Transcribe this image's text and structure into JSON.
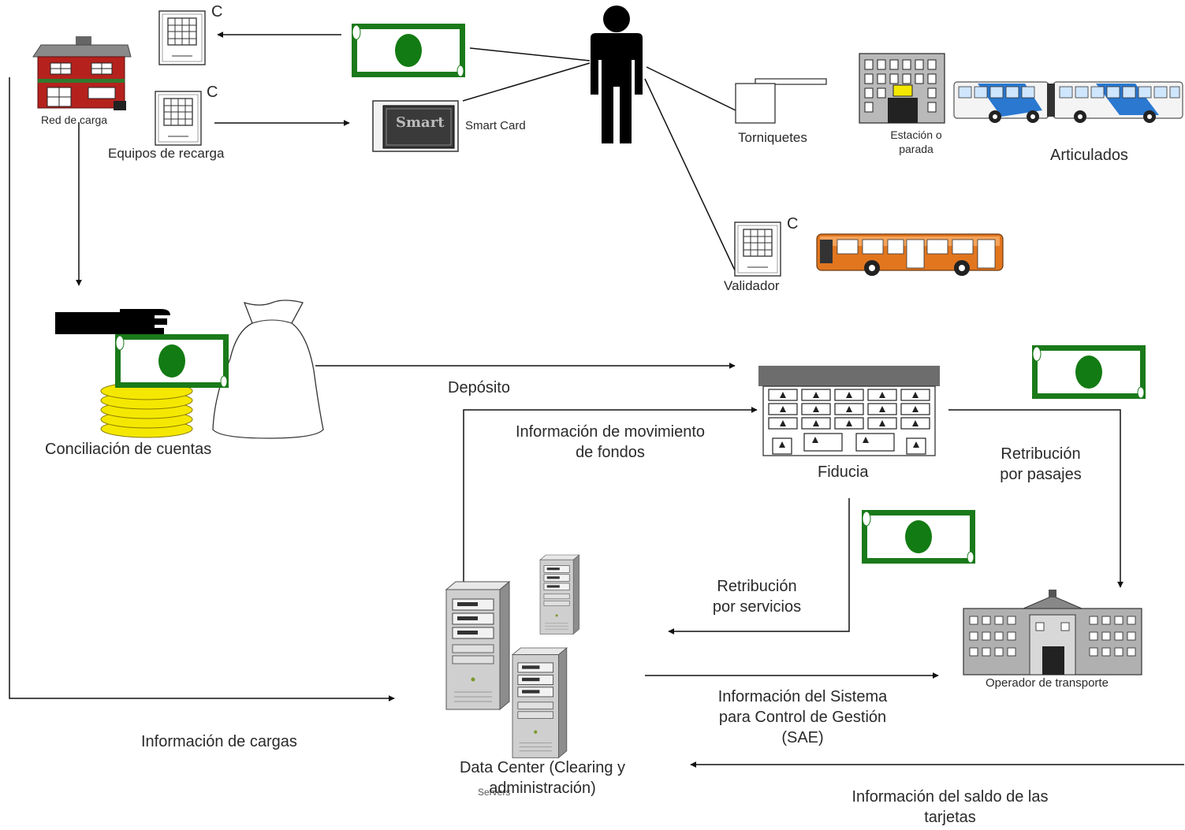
{
  "labels": {
    "red_de_carga": "Red de carga",
    "equipos_de_recarga": "Equipos de recarga",
    "terminal_c": "C",
    "smart_card": "Smart Card",
    "smart_card_face": "Smart",
    "torniquetes": "Torniquetes",
    "estacion": "Estación o\nparada",
    "articulados": "Articulados",
    "validador": "Validador",
    "conciliacion": "Conciliación de cuentas",
    "deposito": "Depósito",
    "info_movimiento": "Información de movimiento\nde fondos",
    "fiducia": "Fiducia",
    "retribucion_pasajes": "Retribución\npor pasajes",
    "retribucion_servicios": "Retribución\npor servicios",
    "operador": "Operador de transporte",
    "info_sistema": "Información del Sistema\npara Control de Gestión\n(SAE)",
    "info_cargas": "Información de cargas",
    "data_center": "Data Center (Clearing y\nadministración)",
    "servers": "Servers",
    "info_saldo": "Información del saldo de las\ntarjetas"
  },
  "colors": {
    "money_green": "#1a7a1a",
    "money_dark": "#137b13",
    "coin_yellow": "#f5e800",
    "bus_orange": "#e2761f",
    "bus_blue": "#2a78d0",
    "building_gray": "#9a9a9a"
  }
}
